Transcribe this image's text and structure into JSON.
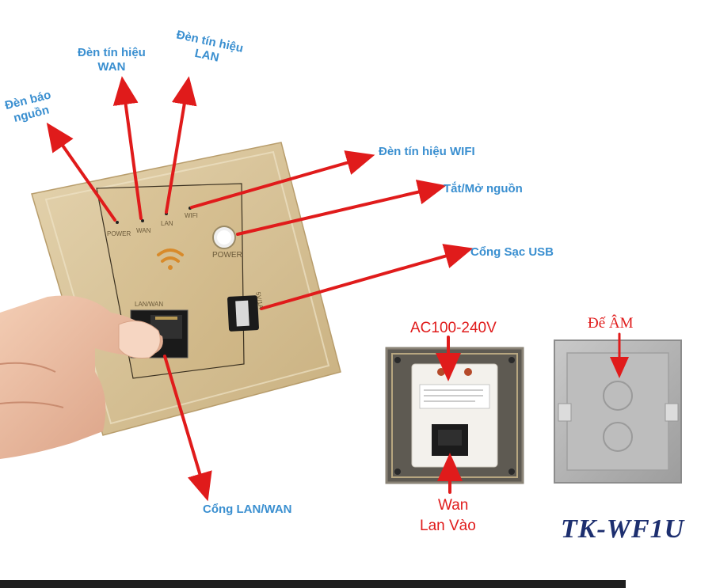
{
  "callouts": {
    "power_led": "Đèn báo\nnguồn",
    "wan_led": "Đèn tín hiệu\nWAN",
    "lan_led": "Đèn tín hiệu\nLAN",
    "wifi_led": "Đèn tín hiệu WIFI",
    "power_switch": "Tắt/Mở nguồn",
    "usb_port": "Cổng Sạc USB",
    "lan_wan_port": "Cổng LAN/WAN"
  },
  "panel": {
    "led_labels": [
      "POWER",
      "WAN",
      "LAN",
      "WIFI"
    ],
    "power_button_label": "POWER",
    "port_label": "LAN/WAN",
    "usb_label": "5V/1A"
  },
  "back_view": {
    "voltage": "AC100-240V",
    "port_line1": "Wan",
    "port_line2": "Lan Vào"
  },
  "box": {
    "label": "Đế ÂM"
  },
  "model": "TK-WF1U",
  "colors": {
    "callout_text": "#3a8fd0",
    "arrow": "#e01b1b",
    "panel_gold": "#d7c29a",
    "model_text": "#1d2f6f"
  }
}
